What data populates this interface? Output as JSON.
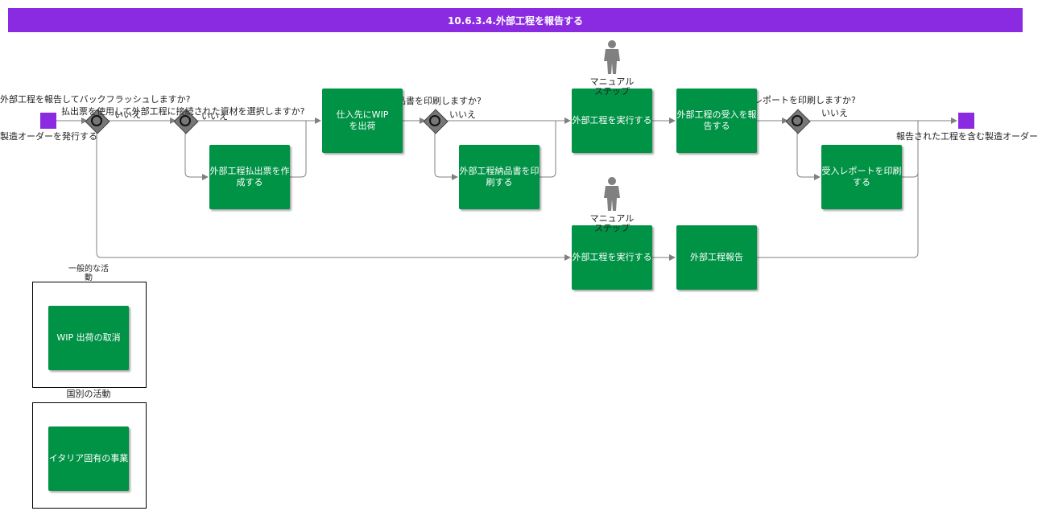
{
  "title": "10.6.3.4.外部工程を報告する",
  "events": {
    "start_label": "製造オーダーを発行する",
    "end_label": "報告された工程を含む製造オーダー"
  },
  "gateways": {
    "g1_question": "外部工程を報告してバックフラッシュしますか?",
    "g1_no": "いいえ",
    "g2_question": "払出票を使用して外部工程に接続された資材を選択しますか?",
    "g2_no": "いいえ",
    "g3_question": "納品書を印刷しますか?",
    "g3_no": "いいえ",
    "g4_question": "受入レポートを印刷しますか?",
    "g4_no": "いいえ"
  },
  "tasks": {
    "create_picklist": "外部工程払出票を作成する",
    "ship_wip": "仕入先にWIP\nを出荷",
    "print_delivery": "外部工程納品書を印刷する",
    "run_external_top": "外部工程を実行する",
    "report_receipt": "外部工程の受入を報告する",
    "print_receipt": "受入レポートを印刷する",
    "run_external_bottom": "外部工程を実行する",
    "report_external": "外部工程報告"
  },
  "manual_steps": {
    "top": "マニュアル\nステップ",
    "bottom": "マニュアル\nステップ"
  },
  "groups": {
    "general_title": "一般的な活\n動",
    "general_task": "WIP 出荷の取消",
    "country_title": "国別の活動",
    "country_task": "イタリア固有の事業"
  },
  "colors": {
    "header": "#8a2be2",
    "task": "#009245",
    "gateway": "#777777",
    "event": "#8a2be2",
    "connector": "#808080"
  },
  "icons": [
    "person-icon",
    "gateway-icon",
    "start-event-icon",
    "end-event-icon"
  ]
}
